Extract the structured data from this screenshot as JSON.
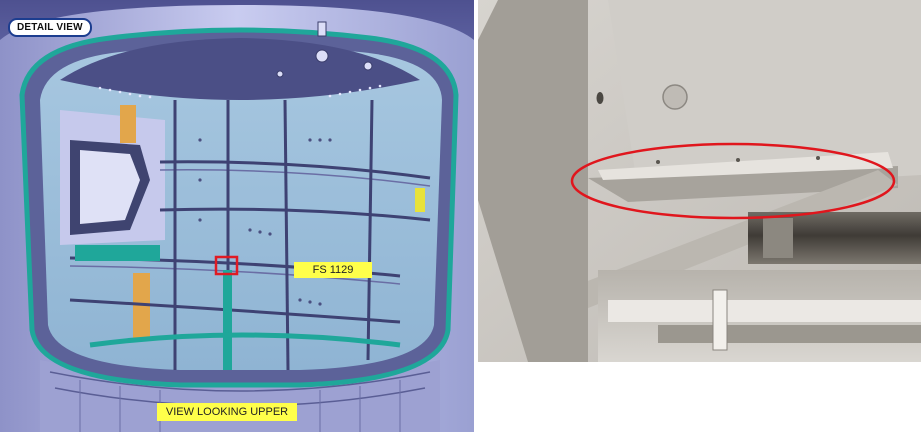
{
  "left_panel": {
    "badge": "DETAIL VIEW",
    "station_label": "FS 1129",
    "view_label": "VIEW LOOKING UPPER",
    "highlight_color": "#e01b24"
  },
  "right_panel": {
    "annotation_color": "#e0161d"
  }
}
